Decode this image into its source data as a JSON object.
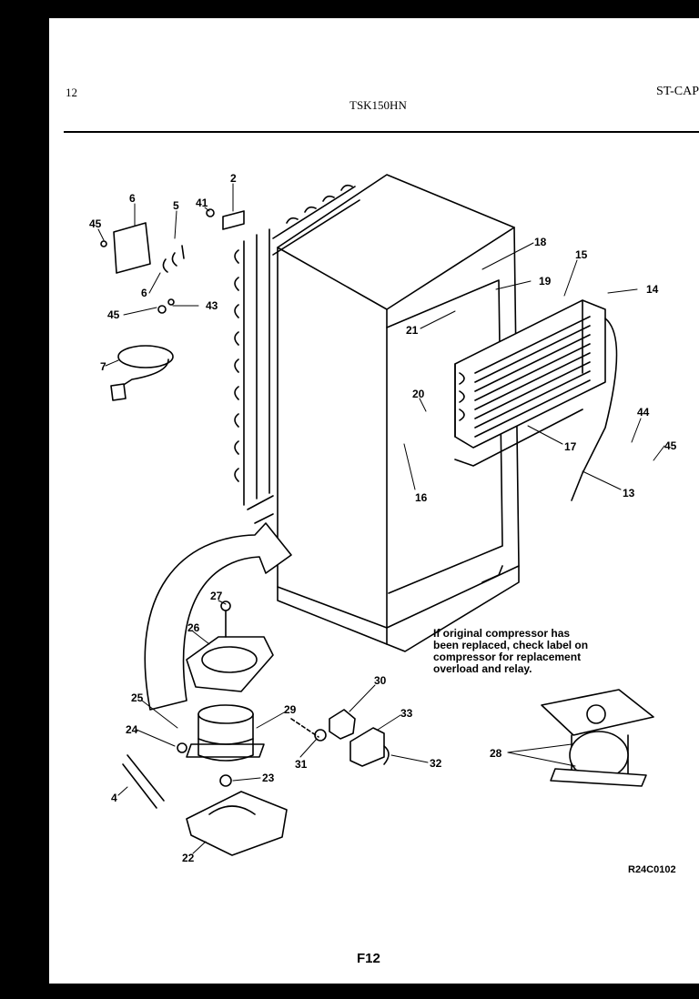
{
  "header": {
    "page_number": "12",
    "model": "TSK150HN",
    "series": "ST-CAP"
  },
  "note": "If original compressor has\nbeen replaced, check label on\ncompressor for replacement\noverload and relay.",
  "drawing_ref": "R24C0102",
  "figure_label": "F12",
  "callouts": [
    "2",
    "6",
    "5",
    "41",
    "45",
    "6",
    "45",
    "43",
    "7",
    "18",
    "15",
    "14",
    "19",
    "21",
    "20",
    "16",
    "17",
    "44",
    "45",
    "13",
    "27",
    "26",
    "25",
    "24",
    "29",
    "30",
    "33",
    "23",
    "31",
    "32",
    "4",
    "22",
    "28"
  ]
}
